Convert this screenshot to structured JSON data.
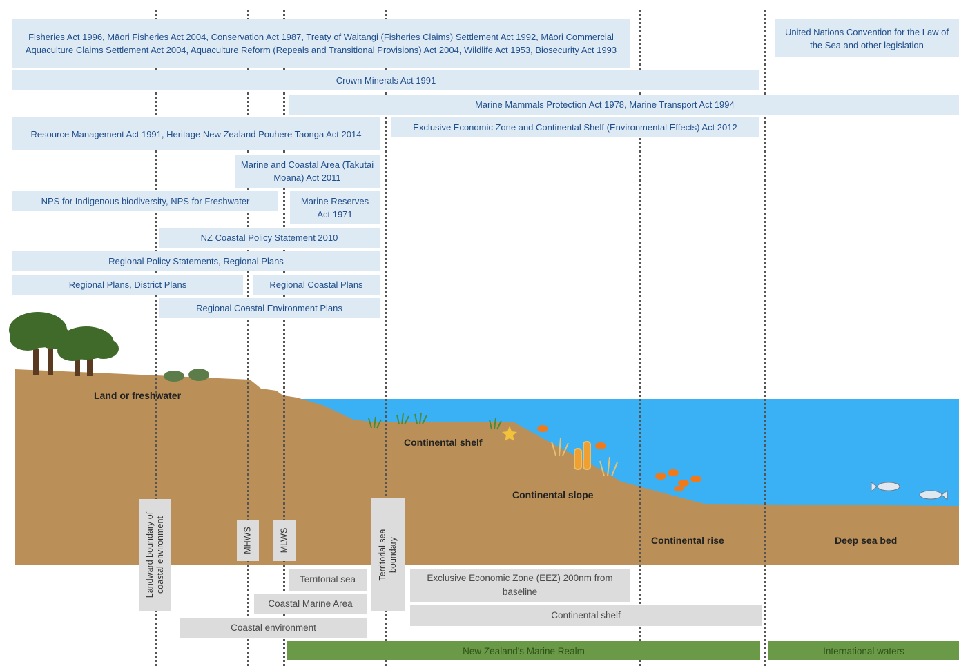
{
  "colors": {
    "law_box": "#dde9f3",
    "law_text": "#1f4e8c",
    "land": "#bb9058",
    "sea": "#3ab0f5",
    "zone_box": "#dcdcdc",
    "realm": "#6a9a48"
  },
  "legislation": {
    "fisheries": "Fisheries Act 1996, Māori Fisheries Act 2004, Conservation Act 1987, Treaty of Waitangi (Fisheries Claims) Settlement Act 1992, Māori Commercial Aquaculture Claims Settlement Act 2004, Aquaculture Reform (Repeals and Transitional Provisions) Act 2004, Wildlife Act 1953, Biosecurity Act 1993",
    "unclos": "United Nations Convention for the Law of the Sea and other legislation",
    "crown_minerals": "Crown Minerals Act 1991",
    "marine_mammals": "Marine Mammals Protection Act 1978, Marine Transport Act 1994",
    "rma": "Resource Management Act 1991, Heritage New Zealand Pouhere Taonga Act 2014",
    "eez_act": "Exclusive Economic Zone and Continental Shelf (Environmental Effects) Act 2012",
    "takutai_moana": "Marine and Coastal Area (Takutai Moana) Act 2011",
    "nps": "NPS for Indigenous biodiversity, NPS for Freshwater",
    "marine_reserves": "Marine Reserves Act 1971",
    "nzcps": "NZ Coastal Policy Statement 2010",
    "regional_policy": "Regional Policy Statements, Regional Plans",
    "regional_district": "Regional Plans, District Plans",
    "regional_coastal": "Regional Coastal Plans",
    "regional_coastal_env": "Regional Coastal Environment Plans"
  },
  "zones": {
    "land": "Land or freshwater",
    "shelf": "Continental shelf",
    "slope": "Continental slope",
    "rise": "Continental rise",
    "deep": "Deep sea bed"
  },
  "boundaries": {
    "landward": "Landward boundary of coastal environment",
    "mhws": "MHWS",
    "mlws": "MLWS",
    "territorial": "Territorial sea boundary"
  },
  "areas": {
    "territorial_sea": "Territorial sea",
    "cma": "Coastal Marine Area",
    "coastal_env": "Coastal environment",
    "eez": "Exclusive Economic Zone (EEZ) 200nm from baseline",
    "cont_shelf": "Continental shelf",
    "nz_realm": "New Zealand's Marine Realm",
    "intl": "International waters"
  }
}
